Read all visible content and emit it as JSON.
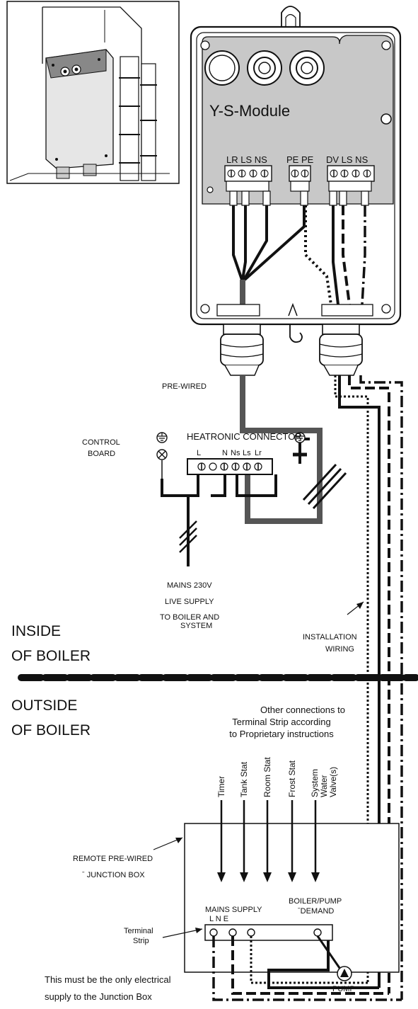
{
  "module": {
    "title": "Y-S-Module",
    "terminals_left": "LR LS  NS",
    "terminals_mid": "PE PE",
    "terminals_right": "DV LS  NS"
  },
  "labels": {
    "pre_wired": "PRE-WIRED",
    "heatronic_connector": "HEATRONIC CONNECTOR",
    "control_board_1": "CONTROL",
    "control_board_2": "BOARD",
    "connector_pins": {
      "l": "L",
      "n": "N",
      "ns": "Ns",
      "ls": "Ls",
      "lr": "Lr"
    },
    "mains_1": "MAINS 230V",
    "mains_2": "LIVE SUPPLY",
    "mains_3": "TO BOILER  AND",
    "mains_4": "SYSTEM",
    "inside_1": "INSIDE",
    "inside_2": "OF BOILER",
    "installation_1": "INSTALLATION",
    "installation_2": "WIRING",
    "outside_1": "OUTSIDE",
    "outside_2": "OF BOILER",
    "other_1": "Other connections to",
    "other_2": "Terminal Strip according",
    "other_3": "to Proprietary instructions",
    "inputs": [
      "Timer",
      "Tank Stat",
      "Room Stat",
      "Frost Stat",
      "System",
      "Water",
      "Valve(s)"
    ],
    "remote_1": "REMOTE PRE-WIRED",
    "remote_2": "ˉ JUNCTION BOX",
    "mains_supply": "MAINS SUPPLY",
    "mains_lne": "L    N    E",
    "boiler_pump_1": "BOILER/PUMP",
    "boiler_pump_2": "ˉDEMAND",
    "terminal_strip_1": "Terminal",
    "terminal_strip_2": "Strip",
    "pump": "PUMP",
    "note_1": "This must be the only electrical",
    "note_2": "supply to the Junction Box"
  },
  "icons": [
    "earth-icon",
    "neutral-terminal-icon",
    "pump-icon",
    "cable-gland-icon",
    "screw-terminal-icon"
  ],
  "colors": {
    "ink": "#111111",
    "module_fill": "#c8c8c8",
    "cable_grey": "#555555"
  }
}
